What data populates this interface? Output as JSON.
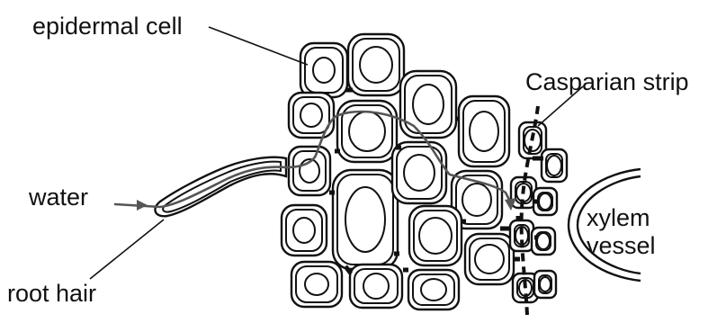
{
  "labels": {
    "epidermal_cell": "epidermal cell",
    "casparian_strip": "Casparian strip",
    "water": "water",
    "root_hair": "root hair",
    "xylem_line1": "xylem",
    "xylem_line2": "vessel"
  },
  "colors": {
    "outline": "#111111",
    "water_path": "#555555",
    "background": "#ffffff"
  }
}
